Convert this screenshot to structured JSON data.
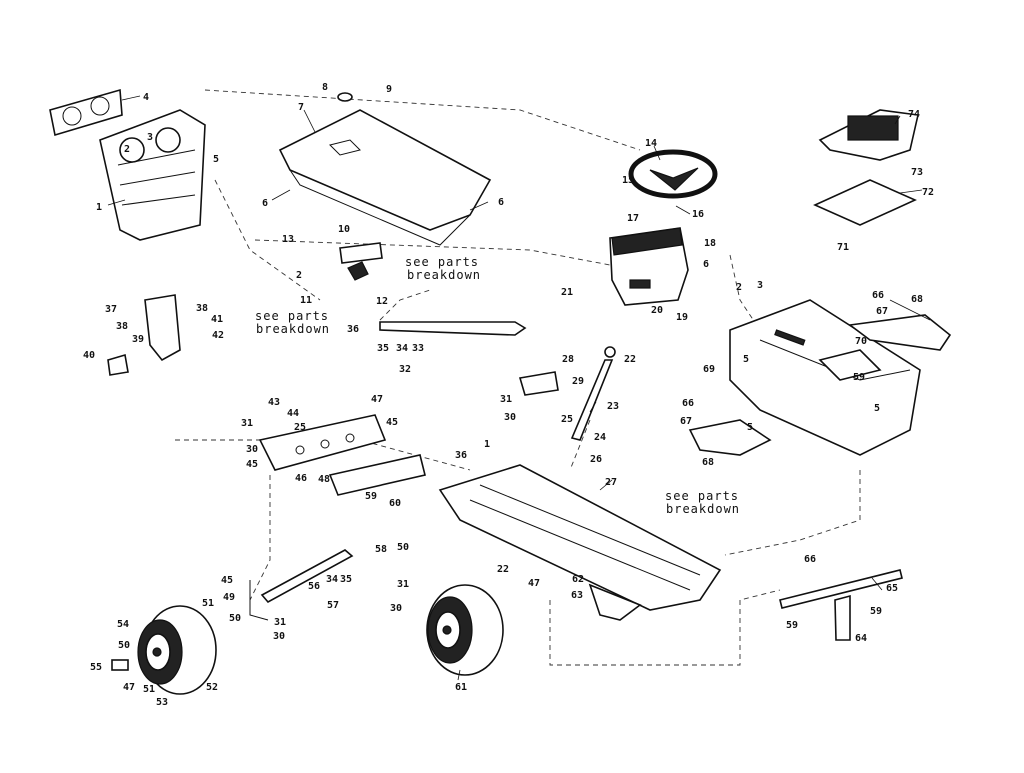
{
  "notes": {
    "top_right": [
      "see parts",
      "breakdown"
    ],
    "left": [
      "see parts",
      "breakdown"
    ],
    "frame": [
      "see parts",
      "breakdown"
    ]
  },
  "callouts": [
    {
      "id": "c1",
      "text": "1"
    },
    {
      "id": "c2",
      "text": "2"
    },
    {
      "id": "c3",
      "text": "3"
    },
    {
      "id": "c4",
      "text": "4"
    },
    {
      "id": "c5",
      "text": "5"
    },
    {
      "id": "c6",
      "text": "6"
    },
    {
      "id": "c6b",
      "text": "6"
    },
    {
      "id": "c7",
      "text": "7"
    },
    {
      "id": "c8",
      "text": "8"
    },
    {
      "id": "c9",
      "text": "9"
    },
    {
      "id": "c10",
      "text": "10"
    },
    {
      "id": "c11",
      "text": "11"
    },
    {
      "id": "c2b",
      "text": "2"
    },
    {
      "id": "c12",
      "text": "12"
    },
    {
      "id": "c13",
      "text": "13"
    },
    {
      "id": "c14",
      "text": "14"
    },
    {
      "id": "c15",
      "text": "15"
    },
    {
      "id": "c16",
      "text": "16"
    },
    {
      "id": "c17",
      "text": "17"
    },
    {
      "id": "c18",
      "text": "18"
    },
    {
      "id": "c6c",
      "text": "6"
    },
    {
      "id": "c19",
      "text": "19"
    },
    {
      "id": "c20",
      "text": "20"
    },
    {
      "id": "c21",
      "text": "21"
    },
    {
      "id": "c22",
      "text": "22"
    },
    {
      "id": "c23",
      "text": "23"
    },
    {
      "id": "c24",
      "text": "24"
    },
    {
      "id": "c25",
      "text": "25"
    },
    {
      "id": "c26",
      "text": "26"
    },
    {
      "id": "c27",
      "text": "27"
    },
    {
      "id": "c28",
      "text": "28"
    },
    {
      "id": "c29",
      "text": "29"
    },
    {
      "id": "c30",
      "text": "30"
    },
    {
      "id": "c31",
      "text": "31"
    },
    {
      "id": "c32",
      "text": "32"
    },
    {
      "id": "c33",
      "text": "33"
    },
    {
      "id": "c34",
      "text": "34"
    },
    {
      "id": "c35",
      "text": "35"
    },
    {
      "id": "c36",
      "text": "36"
    },
    {
      "id": "c37",
      "text": "37"
    },
    {
      "id": "c38",
      "text": "38"
    },
    {
      "id": "c38b",
      "text": "38"
    },
    {
      "id": "c39",
      "text": "39"
    },
    {
      "id": "c40",
      "text": "40"
    },
    {
      "id": "c41",
      "text": "41"
    },
    {
      "id": "c42",
      "text": "42"
    },
    {
      "id": "c43",
      "text": "43"
    },
    {
      "id": "c44",
      "text": "44"
    },
    {
      "id": "c25b",
      "text": "25"
    },
    {
      "id": "c31b",
      "text": "31"
    },
    {
      "id": "c30b",
      "text": "30"
    },
    {
      "id": "c45",
      "text": "45"
    },
    {
      "id": "c45b",
      "text": "45"
    },
    {
      "id": "c46",
      "text": "46"
    },
    {
      "id": "c47",
      "text": "47"
    },
    {
      "id": "c48",
      "text": "48"
    },
    {
      "id": "c59",
      "text": "59"
    },
    {
      "id": "c60",
      "text": "60"
    },
    {
      "id": "c36b",
      "text": "36"
    },
    {
      "id": "c1b",
      "text": "1"
    },
    {
      "id": "c45c",
      "text": "45"
    },
    {
      "id": "c49",
      "text": "49"
    },
    {
      "id": "c56",
      "text": "56"
    },
    {
      "id": "c34b",
      "text": "34"
    },
    {
      "id": "c35b",
      "text": "35"
    },
    {
      "id": "c57",
      "text": "57"
    },
    {
      "id": "c58",
      "text": "58"
    },
    {
      "id": "c50",
      "text": "50"
    },
    {
      "id": "c31c",
      "text": "31"
    },
    {
      "id": "c30c",
      "text": "30"
    },
    {
      "id": "c51",
      "text": "51"
    },
    {
      "id": "c50b",
      "text": "50"
    },
    {
      "id": "c31d",
      "text": "31"
    },
    {
      "id": "c30d",
      "text": "30"
    },
    {
      "id": "c54",
      "text": "54"
    },
    {
      "id": "c50c",
      "text": "50"
    },
    {
      "id": "c55",
      "text": "55"
    },
    {
      "id": "c47b",
      "text": "47"
    },
    {
      "id": "c51b",
      "text": "51"
    },
    {
      "id": "c53",
      "text": "53"
    },
    {
      "id": "c52",
      "text": "52"
    },
    {
      "id": "c61",
      "text": "61"
    },
    {
      "id": "c22b",
      "text": "22"
    },
    {
      "id": "c47c",
      "text": "47"
    },
    {
      "id": "c62",
      "text": "62"
    },
    {
      "id": "c63",
      "text": "63"
    },
    {
      "id": "c2c",
      "text": "2"
    },
    {
      "id": "c3b",
      "text": "3"
    },
    {
      "id": "c66",
      "text": "66"
    },
    {
      "id": "c68",
      "text": "68"
    },
    {
      "id": "c67",
      "text": "67"
    },
    {
      "id": "c70",
      "text": "70"
    },
    {
      "id": "c69",
      "text": "69"
    },
    {
      "id": "c5b",
      "text": "5"
    },
    {
      "id": "c59b",
      "text": "59"
    },
    {
      "id": "c5c",
      "text": "5"
    },
    {
      "id": "c66b",
      "text": "66"
    },
    {
      "id": "c67b",
      "text": "67"
    },
    {
      "id": "c5d",
      "text": "5"
    },
    {
      "id": "c68b",
      "text": "68"
    },
    {
      "id": "c74",
      "text": "74"
    },
    {
      "id": "c73",
      "text": "73"
    },
    {
      "id": "c72",
      "text": "72"
    },
    {
      "id": "c71",
      "text": "71"
    },
    {
      "id": "c66c",
      "text": "66"
    },
    {
      "id": "c65",
      "text": "65"
    },
    {
      "id": "c59c",
      "text": "59"
    },
    {
      "id": "c59d",
      "text": "59"
    },
    {
      "id": "c64",
      "text": "64"
    }
  ]
}
